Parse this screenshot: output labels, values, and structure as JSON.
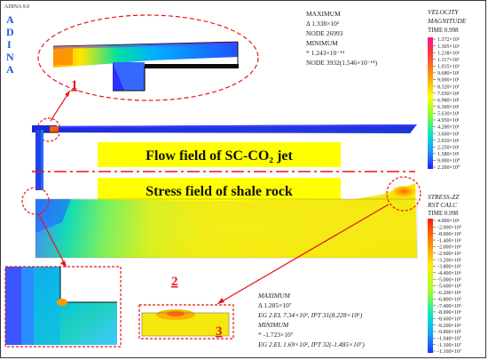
{
  "header": {
    "version": "ADINA 9.0",
    "logo": "ADINA"
  },
  "velocity_panel": {
    "title_lines": [
      "VELOCITY",
      "MAGNITUDE"
    ],
    "time": "TIME  0.998",
    "maximum_label": "MAXIMUM",
    "maximum_value": "Δ   1.338×10²",
    "maximum_node": "NODE  26993",
    "minimum_label": "MINIMUM",
    "minimum_value": "*   1.243×10⁻¹⁴",
    "minimum_node": "NODE  3932(1.546×10⁻¹⁴)",
    "legend_values": [
      "1.372×10²",
      "1.305×10²",
      "1.238×10²",
      "1.117×10²",
      "1.035×10²",
      "9.680×10¹",
      "9.000×10¹",
      "8.320×10¹",
      "7.650×10¹",
      "6.980×10¹",
      "6.300×10¹",
      "5.630×10¹",
      "4.950×10¹",
      "4.280×10¹",
      "3.600×10¹",
      "2.920×10¹",
      "2.250×10¹",
      "1.580×10¹",
      "9.000×10⁰",
      "2.200×10⁰"
    ]
  },
  "stress_panel": {
    "title_lines": [
      "STRESS-ZZ",
      "RST CALC"
    ],
    "time": "TIME  0.998",
    "maximum_label": "MAXIMUM",
    "maximum_value": "Δ   1.285×10⁷",
    "maximum_detail": "EG 2.EL 7.34×10², IPT 31(8.228×10⁶)",
    "minimum_label": "MINIMUM",
    "minimum_value": "*   -1.723×10⁷",
    "minimum_detail": "EG 2.EL 1.69×10², IPT 32(-1.485×10⁷)",
    "legend_values": [
      "4.000×10⁶",
      "-2.000×10⁵",
      "-8.000×10⁵",
      "-1.400×10⁶",
      "-2.000×10⁶",
      "-2.600×10⁶",
      "-3.200×10⁶",
      "-3.800×10⁶",
      "-4.400×10⁶",
      "-5.000×10⁶",
      "-5.600×10⁶",
      "-6.200×10⁶",
      "-6.800×10⁶",
      "-7.400×10⁶",
      "-8.000×10⁶",
      "-8.600×10⁶",
      "-9.200×10⁶",
      "-9.800×10⁶",
      "-1.040×10⁷",
      "-1.100×10⁷",
      "-1.160×10⁷"
    ]
  },
  "banners": {
    "flow": "Flow field of SC-CO₂ jet",
    "stress": "Stress field of shale rock"
  },
  "markers": {
    "one": "1",
    "two": "2",
    "three": "3"
  },
  "colors": {
    "banner_fill": "#ffff00",
    "annotation_red": "#e8141b",
    "velocity_top": "#ff00cc",
    "velocity_bottom": "#1a2cff",
    "stress_top": "#ff2020",
    "stress_bottom": "#1e3cff"
  }
}
